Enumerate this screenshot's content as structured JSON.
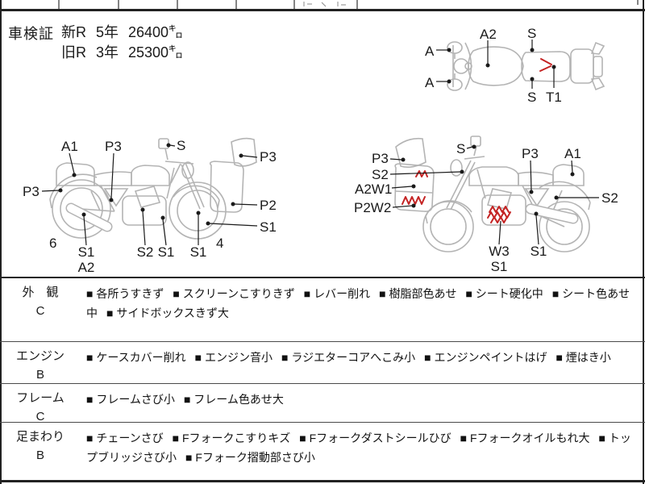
{
  "colors": {
    "outline": "#b4b4b4",
    "red": "#c42323",
    "ink": "#1a1a1a"
  },
  "registration": {
    "title": "車検証",
    "rows": [
      {
        "era": "新R",
        "years": "5年",
        "distance": "26400㌔"
      },
      {
        "era": "旧R",
        "years": "3年",
        "distance": "25300㌔"
      }
    ]
  },
  "diagram": {
    "top_view": {
      "labels": {
        "a_top": "A",
        "a_bottom": "A",
        "a2": "A2",
        "s_top": "S",
        "s_bottom": "S",
        "t1": "T1"
      }
    },
    "left_view": {
      "labels": {
        "a1": "A1",
        "p3_seat": "P3",
        "s_mirror": "S",
        "p3_box": "P3",
        "p3_fender": "P3",
        "p2_box": "P2",
        "s1_wheel": "S1",
        "num_rear": "6",
        "s1_muffler": "S1",
        "a2_muffler": "A2",
        "s2_engine": "S2",
        "s1_frame": "S1",
        "s1_fork": "S1",
        "num_front": "4"
      }
    },
    "right_view": {
      "labels": {
        "p3_screen": "P3",
        "s2_bar": "S2",
        "a2w1_box": "A2W1",
        "p2w2_box": "P2W2",
        "s_mirror": "S",
        "p3_cover": "P3",
        "a1_tail": "A1",
        "s2_shock": "S2",
        "w3_engine": "W3",
        "s1_engine": "S1",
        "s1_muffler": "S1"
      }
    }
  },
  "inspection": {
    "bullet": "■",
    "rows": [
      {
        "category": "外　観",
        "grade": "C",
        "items": [
          "各所うすきず",
          "スクリーンこすりきず",
          "レバー削れ",
          "樹脂部色あせ",
          "シート硬化中",
          "シート色あせ中",
          "サイドボックスきず大"
        ]
      },
      {
        "category": "エンジン",
        "grade": "B",
        "items": [
          "ケースカバー削れ",
          "エンジン音小",
          "ラジエターコアへこみ小",
          "エンジンペイントはげ",
          "煙はき小"
        ]
      },
      {
        "category": "フレーム",
        "grade": "C",
        "items": [
          "フレームさび小",
          "フレーム色あせ大"
        ]
      },
      {
        "category": "足まわり",
        "grade": "B",
        "items": [
          "チェーンさび",
          "Fフォークこすりキズ",
          "Fフォークダストシールひび",
          "Fフォークオイルもれ大",
          "トップブリッジさび小",
          "Fフォーク摺動部さび小"
        ]
      }
    ]
  }
}
